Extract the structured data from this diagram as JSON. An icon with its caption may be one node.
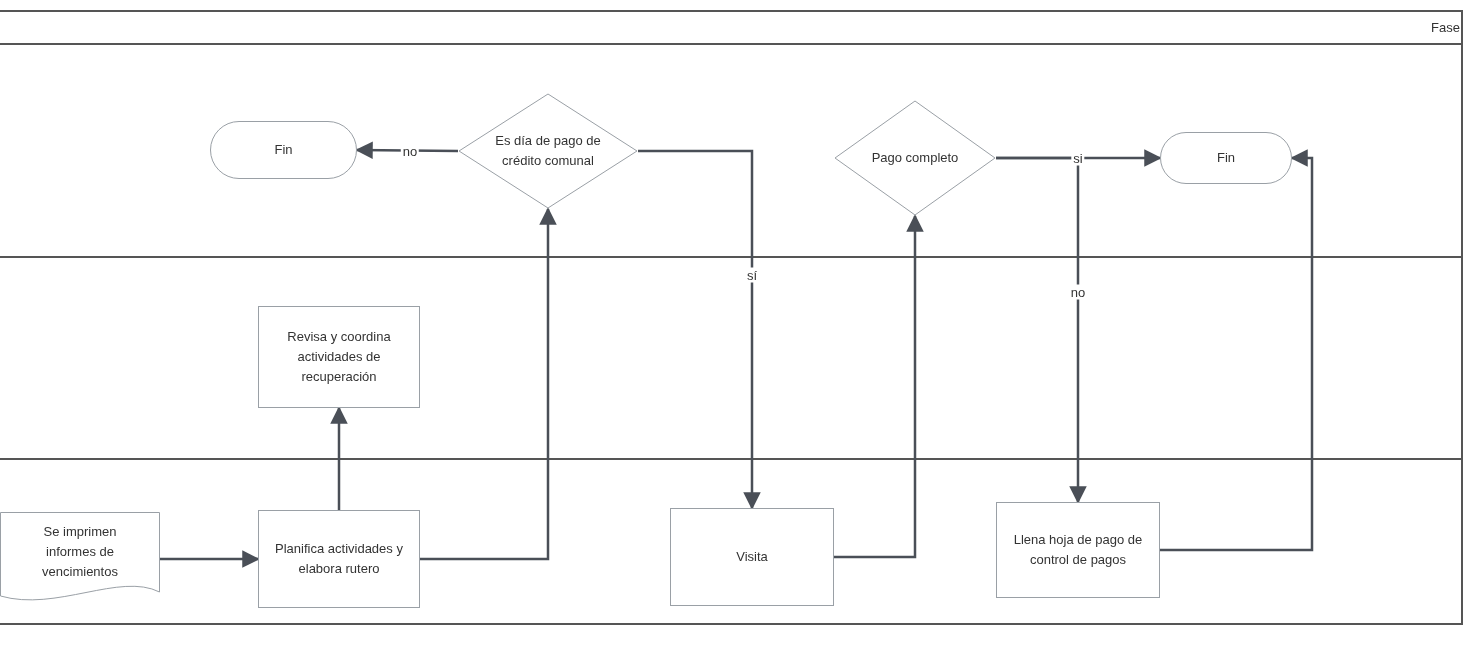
{
  "diagram": {
    "nodes": [
      {
        "text": [
          "Fin"
        ]
      },
      {
        "text": [
          "Es día de pago de crédito comunal"
        ]
      },
      {
        "text": [
          "Pago completo"
        ]
      },
      {
        "text": [
          "Fin"
        ]
      },
      {
        "text": [
          "Revisa y coordina actividades de recuperación"
        ]
      },
      {
        "text": [
          "Se imprimen informes de vencimientos"
        ]
      },
      {
        "text": [
          "Planifica actividades y elabora rutero"
        ]
      },
      {
        "text": [
          "Visita"
        ]
      },
      {
        "text": [
          "Llena hoja de pago de control de pagos"
        ]
      }
    ],
    "edges": [
      {
        "from": 5,
        "to": 6,
        "arrow": "to"
      },
      {
        "from": 6,
        "to": 4,
        "arrow": "to"
      },
      {
        "from": 6,
        "to": 1,
        "arrow": "to"
      },
      {
        "from": 1,
        "to": 0,
        "arrow": "to",
        "label": "no"
      },
      {
        "from": 1,
        "to": 7,
        "arrow": "to",
        "label": "sí"
      },
      {
        "from": 7,
        "to": 2,
        "arrow": "to"
      },
      {
        "from": 2,
        "to": 3,
        "arrow": "to",
        "label": "si"
      },
      {
        "from": 2,
        "to": 8,
        "arrow": "to",
        "label": "no"
      },
      {
        "from": 8,
        "to": 3,
        "arrow": "to"
      }
    ],
    "labels": [
      "Fase"
    ]
  }
}
